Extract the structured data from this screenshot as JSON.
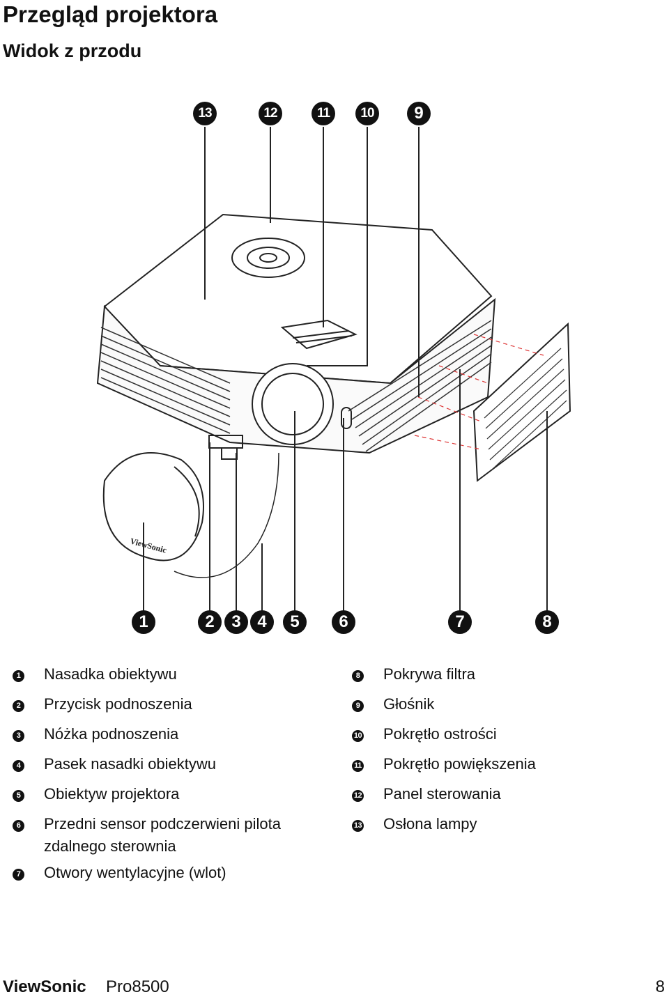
{
  "header": {
    "title": "Przegląd projektora",
    "subtitle": "Widok z przodu"
  },
  "callouts": {
    "top": [
      "13",
      "12",
      "11",
      "10",
      "9"
    ],
    "bottom": [
      "1",
      "2",
      "3",
      "4",
      "5",
      "6",
      "7",
      "8"
    ]
  },
  "legend_left": [
    {
      "num": "1",
      "text": "Nasadka obiektywu"
    },
    {
      "num": "2",
      "text": "Przycisk podnoszenia"
    },
    {
      "num": "3",
      "text": "Nóżka podnoszenia"
    },
    {
      "num": "4",
      "text": "Pasek nasadki obiektywu"
    },
    {
      "num": "5",
      "text": "Obiektyw projektora"
    },
    {
      "num": "6",
      "text": "Przedni sensor podczerwieni pilota zdalnego sterownia"
    },
    {
      "num": "7",
      "text": "Otwory wentylacyjne (wlot)"
    }
  ],
  "legend_right": [
    {
      "num": "8",
      "text": "Pokrywa filtra"
    },
    {
      "num": "9",
      "text": "Głośnik"
    },
    {
      "num": "10",
      "text": "Pokrętło ostrości"
    },
    {
      "num": "11",
      "text": "Pokrętło powiększenia"
    },
    {
      "num": "12",
      "text": "Panel sterowania"
    },
    {
      "num": "13",
      "text": "Osłona lampy"
    }
  ],
  "footer": {
    "brand": "ViewSonic",
    "model": "Pro8500",
    "page": "8"
  },
  "logo_text": "ViewSonic"
}
